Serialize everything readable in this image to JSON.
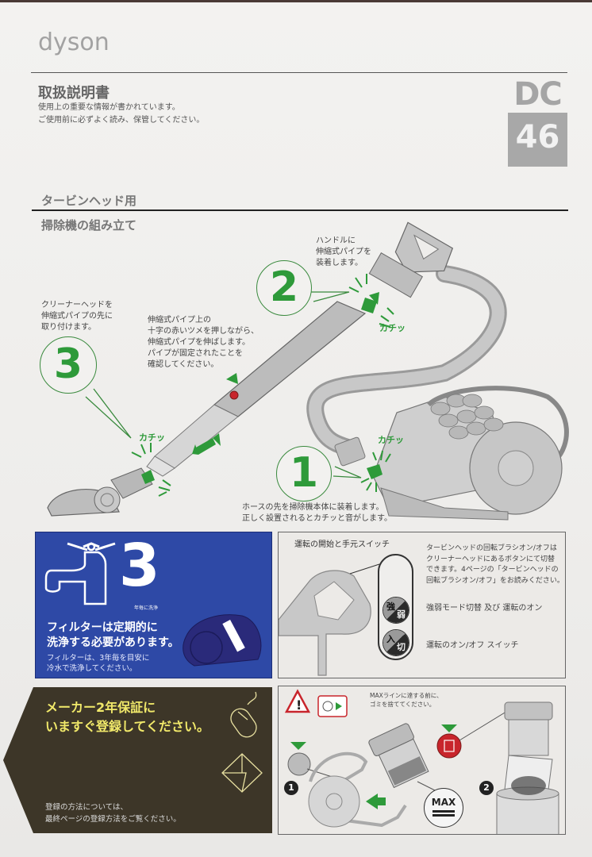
{
  "header": {
    "brand": "dyson",
    "title": "取扱説明書",
    "subtitle_lines": [
      "使用上の重要な情報が書かれています。",
      "ご使用前に必ずよく読み、保管してください。"
    ],
    "model_prefix": "DC",
    "model_number": "46"
  },
  "section": {
    "label": "タービンヘッド用",
    "heading": "掃除機の組み立て"
  },
  "assembly": {
    "click_sound": "カチッ",
    "steps": [
      {
        "number": "1",
        "text_lines": [
          "ホースの先を掃除機本体に装着します。",
          "正しく設置されるとカチッと音がします。"
        ]
      },
      {
        "number": "2",
        "text_lines": [
          "ハンドルに",
          "伸縮式パイプを",
          "装着します。"
        ]
      },
      {
        "number": "3",
        "text_lines": [
          "クリーナーヘッドを",
          "伸縮式パイプの先に",
          "取り付けます。"
        ]
      }
    ],
    "pipe_note_lines": [
      "伸縮式パイプ上の",
      "十字の赤いツメを押しながら、",
      "伸縮式パイプを伸ばします。",
      "パイプが固定されたことを",
      "確認してください。"
    ]
  },
  "filter_panel": {
    "big_number": "3",
    "caption": "年毎に洗浄",
    "heading_lines": [
      "フィルターは定期的に",
      "洗浄する必要があります。"
    ],
    "body_lines": [
      "フィルターは、3年毎を目安に",
      "冷水で洗浄してください。"
    ],
    "bg_color": "#2e49a6"
  },
  "switch_panel": {
    "title": "運転の開始と手元スイッチ",
    "description_lines": [
      "タービンヘッドの回転ブラシオン/オフは",
      "クリーナーヘッドにあるボタンにて切替",
      "できます。4ページの「タービンヘッドの",
      "回転ブラシオン/オフ」をお読みください。"
    ],
    "buttons": [
      {
        "top": "強",
        "bottom": "弱",
        "label": "強弱モード切替 及び 運転のオン"
      },
      {
        "top": "入",
        "bottom": "切",
        "label": "運転のオン/オフ スイッチ"
      }
    ]
  },
  "warranty_panel": {
    "heading_lines": [
      "メーカー2年保証に",
      "いますぐ登録してください。"
    ],
    "body_lines": [
      "登録の方法については、",
      "最終ページの登録方法をご覧ください。"
    ],
    "icons": [
      "mouse-icon",
      "envelope-icon"
    ],
    "text_color": "#f1e96a"
  },
  "dust_panel": {
    "note_lines": [
      "MAXラインに達する前に、",
      "ゴミを捨ててください。"
    ],
    "max_label": "MAX",
    "step_markers": [
      "1",
      "2"
    ]
  },
  "colors": {
    "accent_green": "#2e9a3a",
    "warning_red": "#c8252c"
  }
}
